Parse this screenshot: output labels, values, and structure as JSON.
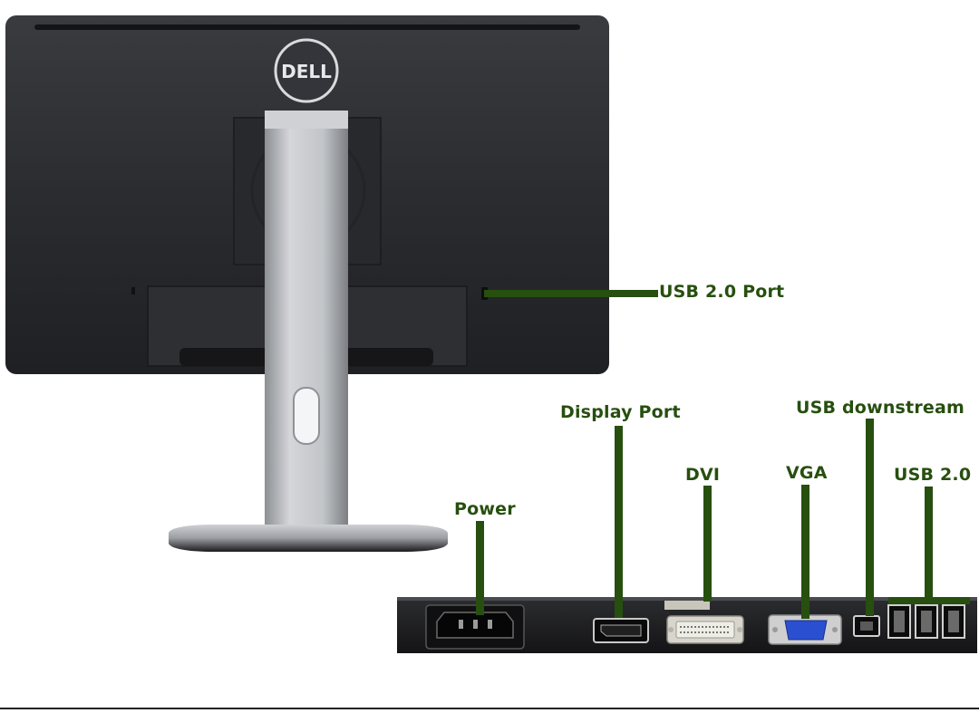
{
  "brand": {
    "logo_text": "DELL"
  },
  "colors": {
    "callout": "#274f0f",
    "monitor_body": "#2a2b2e",
    "stand": "#b9bcc0",
    "vga_port": "#2b4fd1"
  },
  "callouts": {
    "usb_port_side": "USB 2.0 Port",
    "display_port": "Display Port",
    "usb_downstream": "USB downstream",
    "dvi": "DVI",
    "vga": "VGA",
    "usb_2": "USB 2.0",
    "power": "Power"
  }
}
